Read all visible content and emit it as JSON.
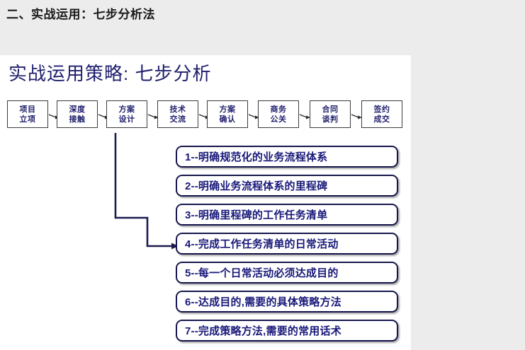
{
  "page": {
    "heading": "二、实战运用：七步分析法",
    "background_color": "#ececec"
  },
  "slide": {
    "title": "实战运用策略: 七步分析",
    "title_color": "#1f1f6e",
    "background_color": "#ffffff",
    "flowchart": {
      "accent_color": "#1f1f6e",
      "boxes": [
        {
          "line1": "项目",
          "line2": "立项"
        },
        {
          "line1": "深度",
          "line2": "接触"
        },
        {
          "line1": "方案",
          "line2": "设计"
        },
        {
          "line1": "技术",
          "line2": "交流"
        },
        {
          "line1": "方案",
          "line2": "确认"
        },
        {
          "line1": "商务",
          "line2": "公关"
        },
        {
          "line1": "合同",
          "line2": "谈判"
        },
        {
          "line1": "签约",
          "line2": "成交"
        }
      ]
    },
    "steps": [
      {
        "text": "1--明确规范化的业务流程体系"
      },
      {
        "text": "2--明确业务流程体系的里程碑"
      },
      {
        "text": "3--明确里程碑的工作任务清单"
      },
      {
        "text": "4--完成工作任务清单的日常活动"
      },
      {
        "text": "5--每一个日常活动必须达成目的"
      },
      {
        "text": "6--达成目的,需要的具体策略方法"
      },
      {
        "text": "7--完成策略方法,需要的常用话术"
      }
    ],
    "steps_color": "#19197a"
  }
}
